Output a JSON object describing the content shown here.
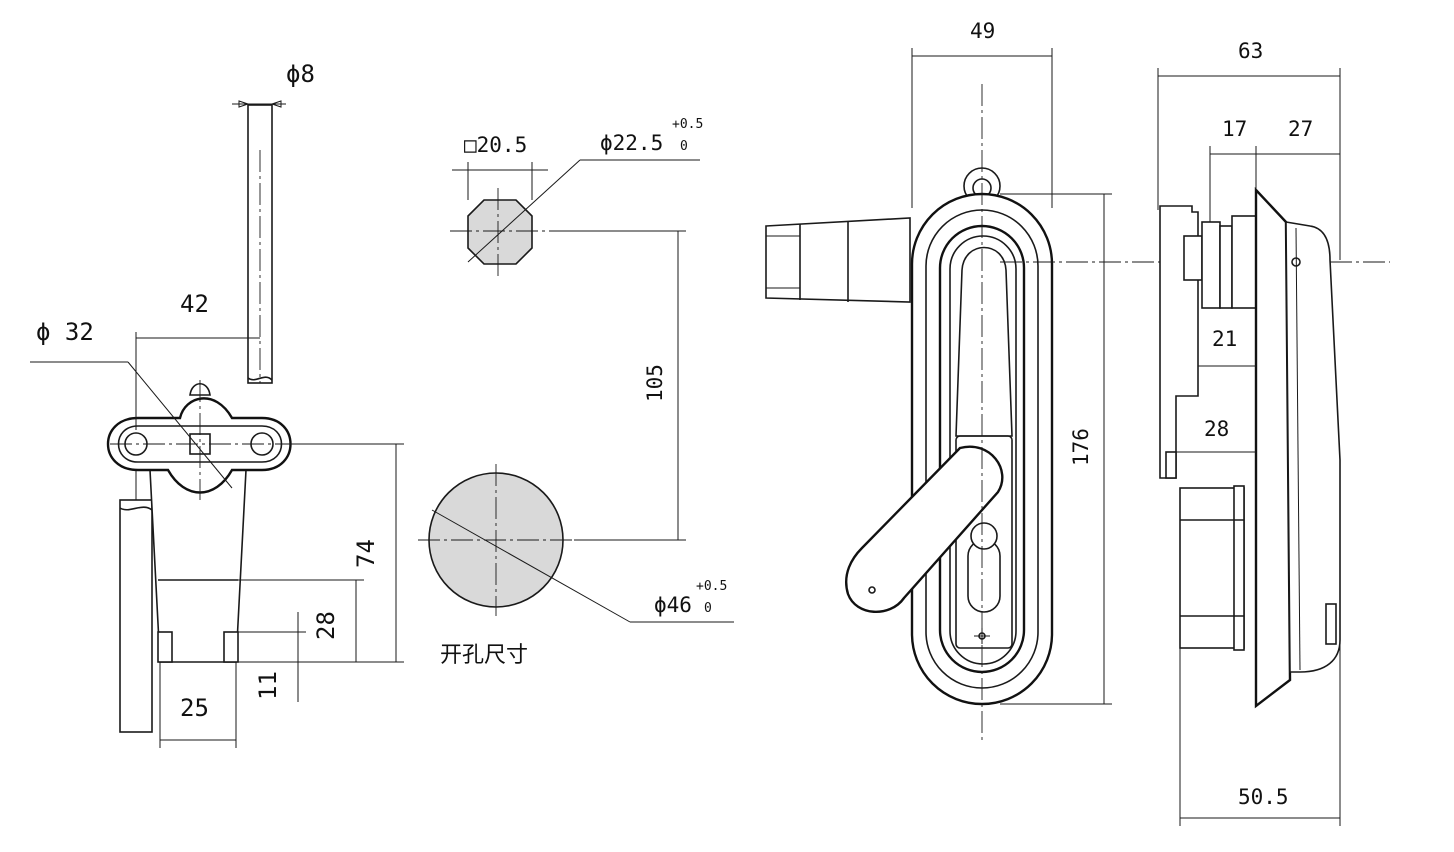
{
  "dimensions": {
    "left_view": {
      "rod_diameter": "ϕ8",
      "hub_diameter": "ϕ 32",
      "hole_spacing": "42",
      "overall_height": "74",
      "lower_height": "28",
      "foot_height": "11",
      "foot_width": "25"
    },
    "cutout": {
      "square": "□20.5",
      "small_diameter": "ϕ22.5",
      "small_tol_upper": "+0.5",
      "small_tol_lower": "0",
      "center_distance": "105",
      "large_diameter": "ϕ46",
      "large_tol_upper": "+0.5",
      "large_tol_lower": "0",
      "caption": "开孔尺寸"
    },
    "front_view": {
      "width": "49",
      "height": "176"
    },
    "side_view": {
      "overall_depth": "63",
      "depth_a": "17",
      "depth_b": "27",
      "depth_c": "21",
      "depth_d": "28",
      "bottom_depth": "50.5"
    }
  }
}
